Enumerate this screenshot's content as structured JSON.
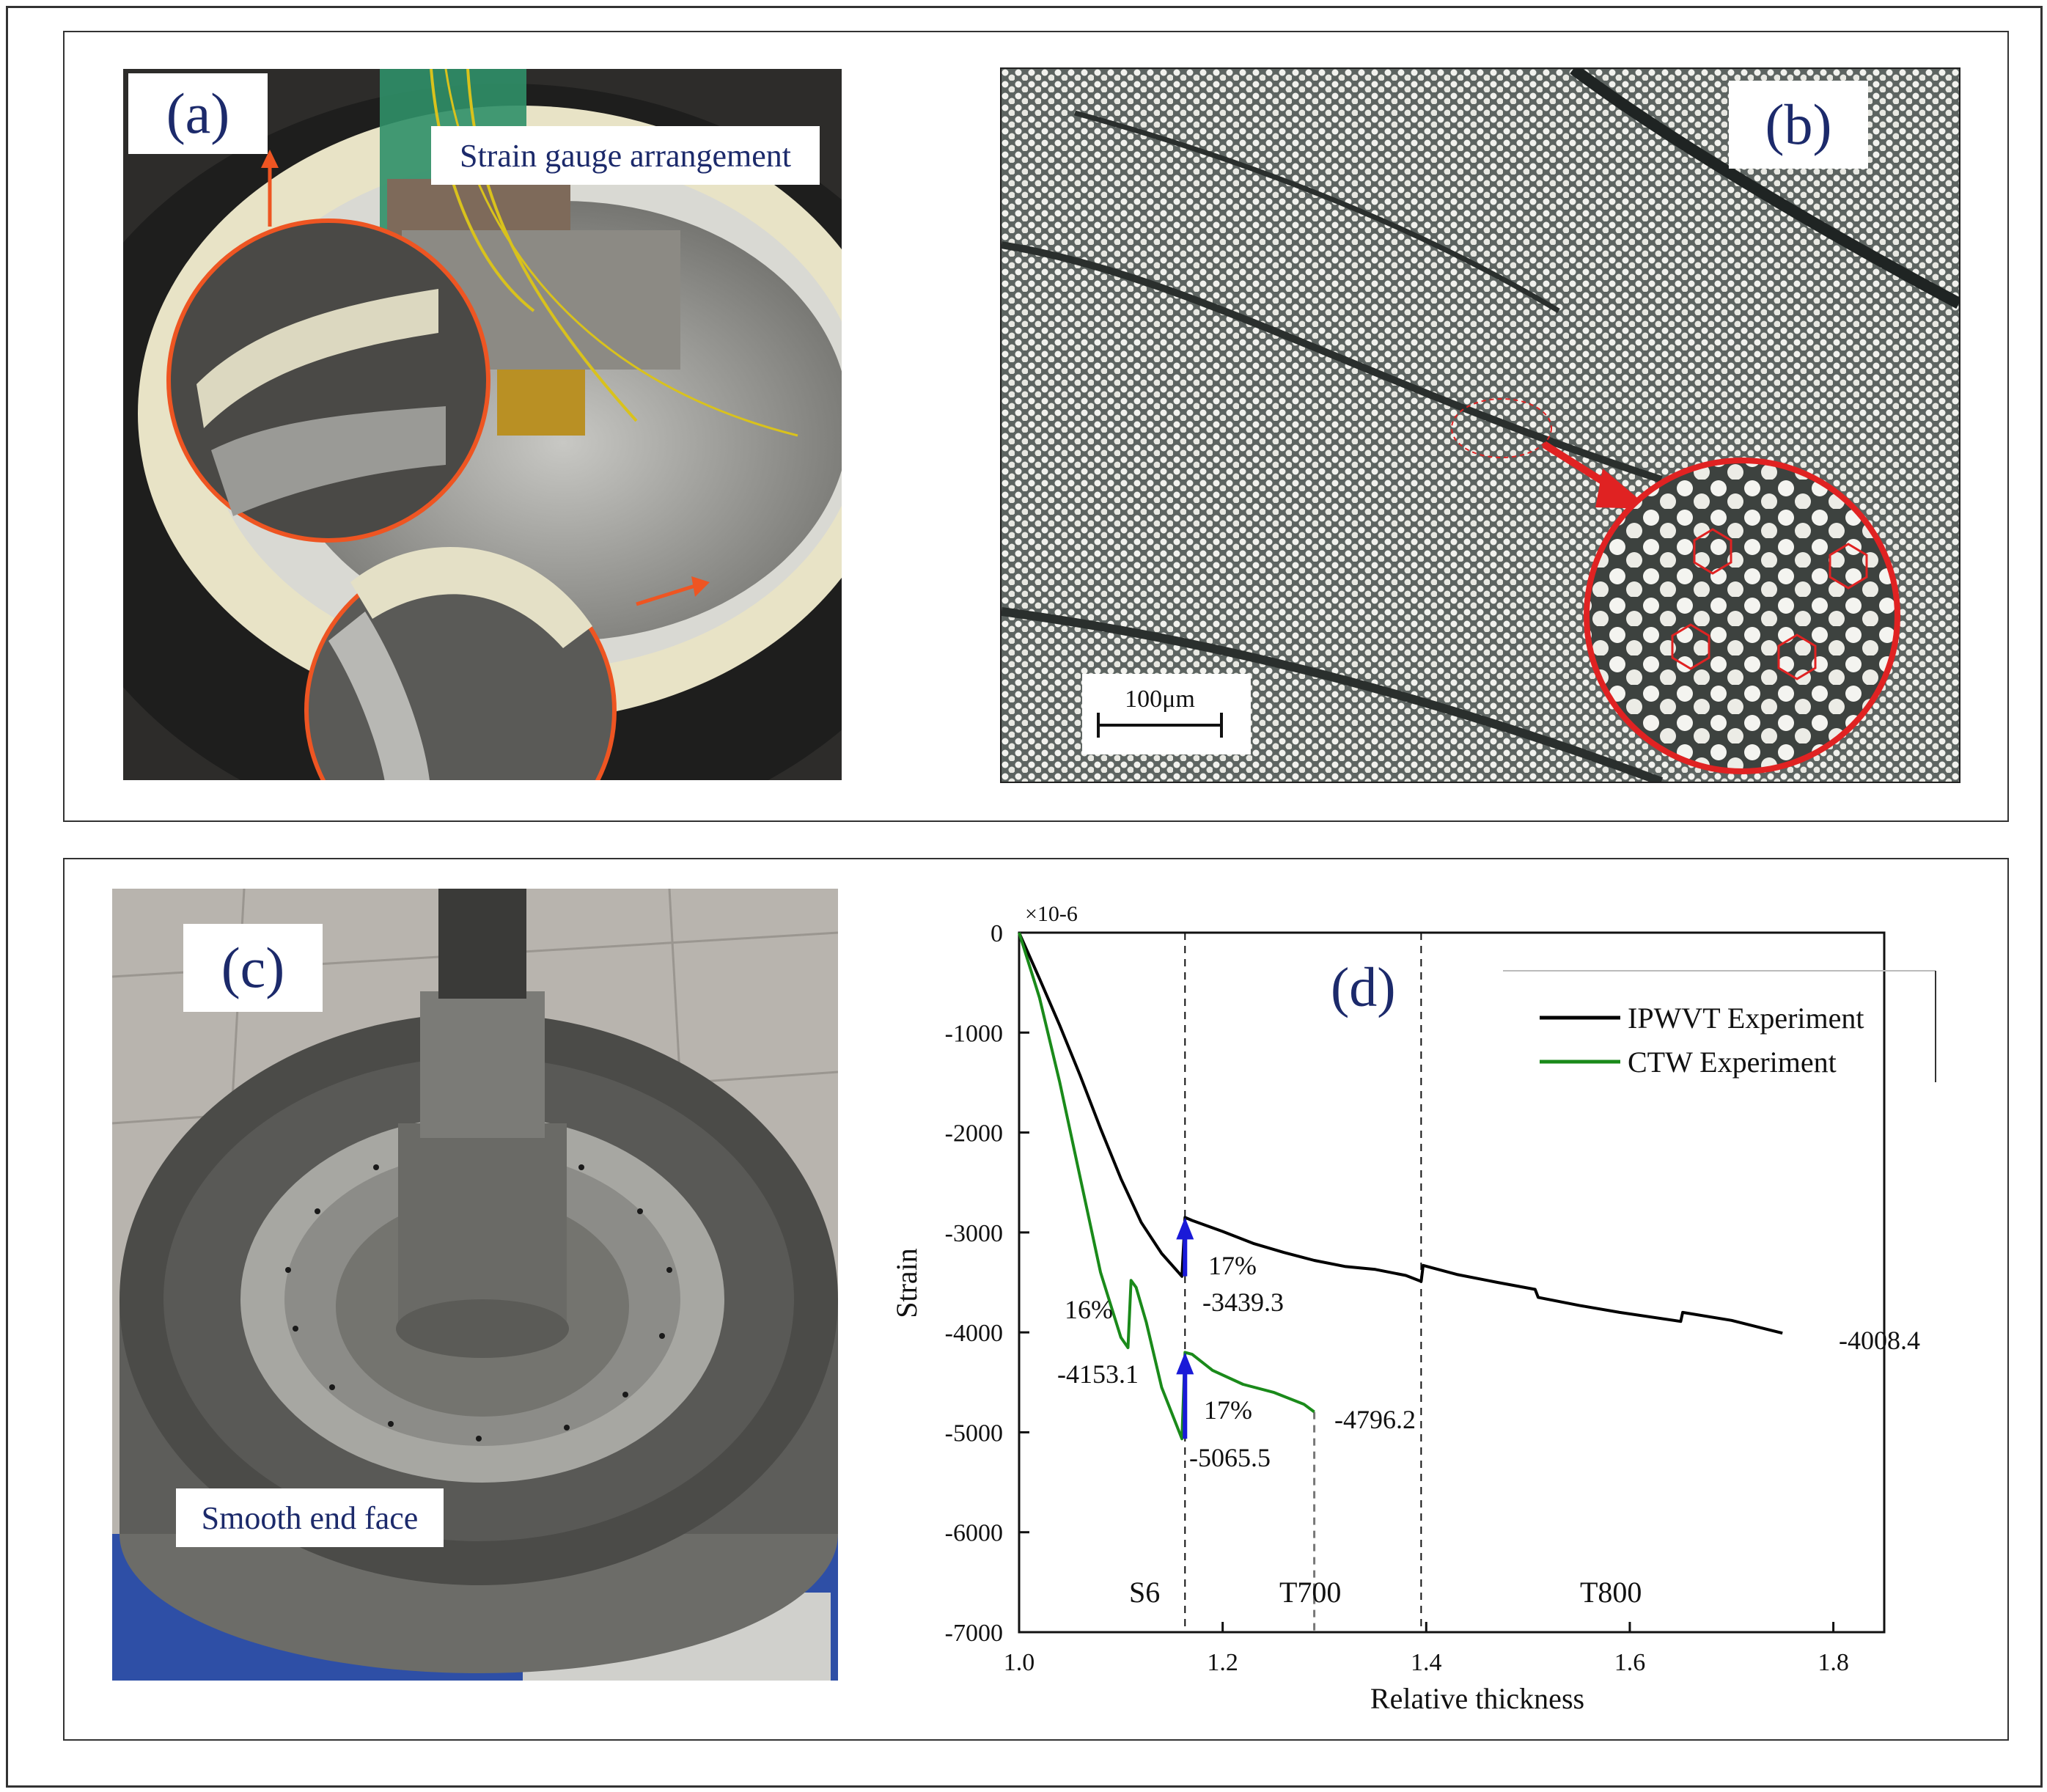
{
  "panel_a": {
    "letter": "(a)",
    "caption": "Strain gauge arrangement"
  },
  "panel_b": {
    "letter": "(b)",
    "scale_bar": "100μm"
  },
  "panel_c": {
    "letter": "(c)",
    "caption": "Smooth end face"
  },
  "panel_d": {
    "letter": "(d)"
  },
  "colors": {
    "ipwvt": "#000000",
    "ctw": "#1a8a1a",
    "arrow": "#1a1ad8",
    "highlight": "#ee3322",
    "text_navy": "#1c2a6b"
  },
  "chart_data": {
    "type": "line",
    "xlabel": "Relative thickness",
    "ylabel": "Strain",
    "y_multiplier": "×10-6",
    "xlim": [
      1.0,
      1.85
    ],
    "ylim": [
      -7000,
      0
    ],
    "xticks": [
      "1.0",
      "1.2",
      "1.4",
      "1.6",
      "1.8"
    ],
    "xtick_values": [
      1.0,
      1.2,
      1.4,
      1.6,
      1.8
    ],
    "yticks": [
      "0",
      "-1000",
      "-2000",
      "-3000",
      "-4000",
      "-5000",
      "-6000",
      "-7000"
    ],
    "ytick_values": [
      0,
      -1000,
      -2000,
      -3000,
      -4000,
      -5000,
      -6000,
      -7000
    ],
    "grid": false,
    "legend_position": "top-right",
    "legend": [
      "IPWVT Experiment",
      "CTW Experiment"
    ],
    "series": [
      {
        "name": "IPWVT Experiment",
        "x": [
          1.0,
          1.02,
          1.04,
          1.06,
          1.08,
          1.1,
          1.12,
          1.14,
          1.16,
          1.163,
          1.17,
          1.2,
          1.23,
          1.26,
          1.29,
          1.32,
          1.35,
          1.38,
          1.395,
          1.397,
          1.43,
          1.47,
          1.507,
          1.51,
          1.55,
          1.59,
          1.65,
          1.652,
          1.7,
          1.75
        ],
        "y": [
          0,
          -460,
          -930,
          -1430,
          -1960,
          -2460,
          -2900,
          -3210,
          -3439,
          -2850,
          -2880,
          -2990,
          -3110,
          -3200,
          -3280,
          -3340,
          -3370,
          -3430,
          -3490,
          -3330,
          -3420,
          -3500,
          -3570,
          -3650,
          -3730,
          -3800,
          -3890,
          -3800,
          -3880,
          -4008
        ]
      },
      {
        "name": "CTW Experiment",
        "x": [
          1.0,
          1.02,
          1.04,
          1.06,
          1.08,
          1.1,
          1.107,
          1.11,
          1.115,
          1.125,
          1.14,
          1.16,
          1.163,
          1.17,
          1.19,
          1.22,
          1.25,
          1.28,
          1.29
        ],
        "y": [
          0,
          -650,
          -1500,
          -2450,
          -3400,
          -4050,
          -4153,
          -3480,
          -3550,
          -3900,
          -4550,
          -5065,
          -4200,
          -4220,
          -4380,
          -4520,
          -4600,
          -4720,
          -4796
        ]
      }
    ],
    "annotations": {
      "ipwvt_min": "-3439.3",
      "ipwvt_end": "-4008.4",
      "ctw_min_s6": "-4153.1",
      "ctw_min": "-5065.5",
      "ctw_end": "-4796.2",
      "pct_ipwvt": "17%",
      "pct_ctw": "17%",
      "pct_s6": "16%"
    },
    "regions": [
      "S6",
      "T700",
      "T800"
    ],
    "boundaries": [
      1.163,
      1.395
    ],
    "ctw_end_marker": 1.29
  }
}
